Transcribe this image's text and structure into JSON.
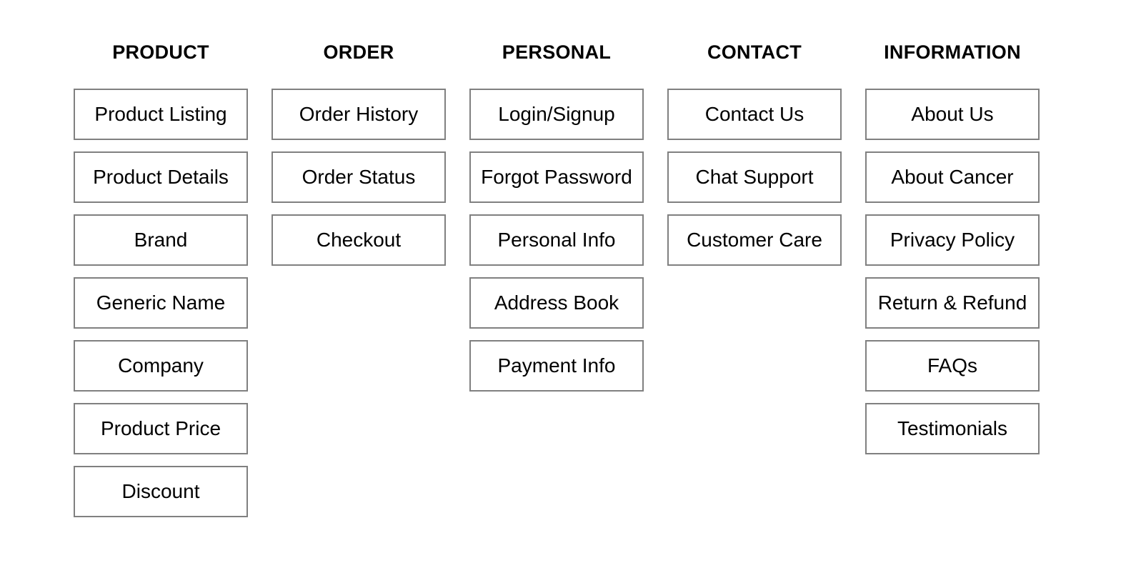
{
  "sitemap": {
    "colors": {
      "background": "#ffffff",
      "box_border": "#808080",
      "text": "#000000"
    },
    "columns": [
      {
        "header": "PRODUCT",
        "items": [
          "Product Listing",
          "Product Details",
          "Brand",
          "Generic Name",
          "Company",
          "Product Price",
          "Discount"
        ]
      },
      {
        "header": "ORDER",
        "items": [
          "Order History",
          "Order Status",
          "Checkout"
        ]
      },
      {
        "header": "PERSONAL",
        "items": [
          "Login/Signup",
          "Forgot Password",
          "Personal Info",
          "Address Book",
          "Payment Info"
        ]
      },
      {
        "header": "CONTACT",
        "items": [
          "Contact Us",
          "Chat Support",
          "Customer Care"
        ]
      },
      {
        "header": "INFORMATION",
        "items": [
          "About Us",
          "About Cancer",
          "Privacy Policy",
          "Return & Refund",
          "FAQs",
          "Testimonials"
        ]
      }
    ]
  }
}
